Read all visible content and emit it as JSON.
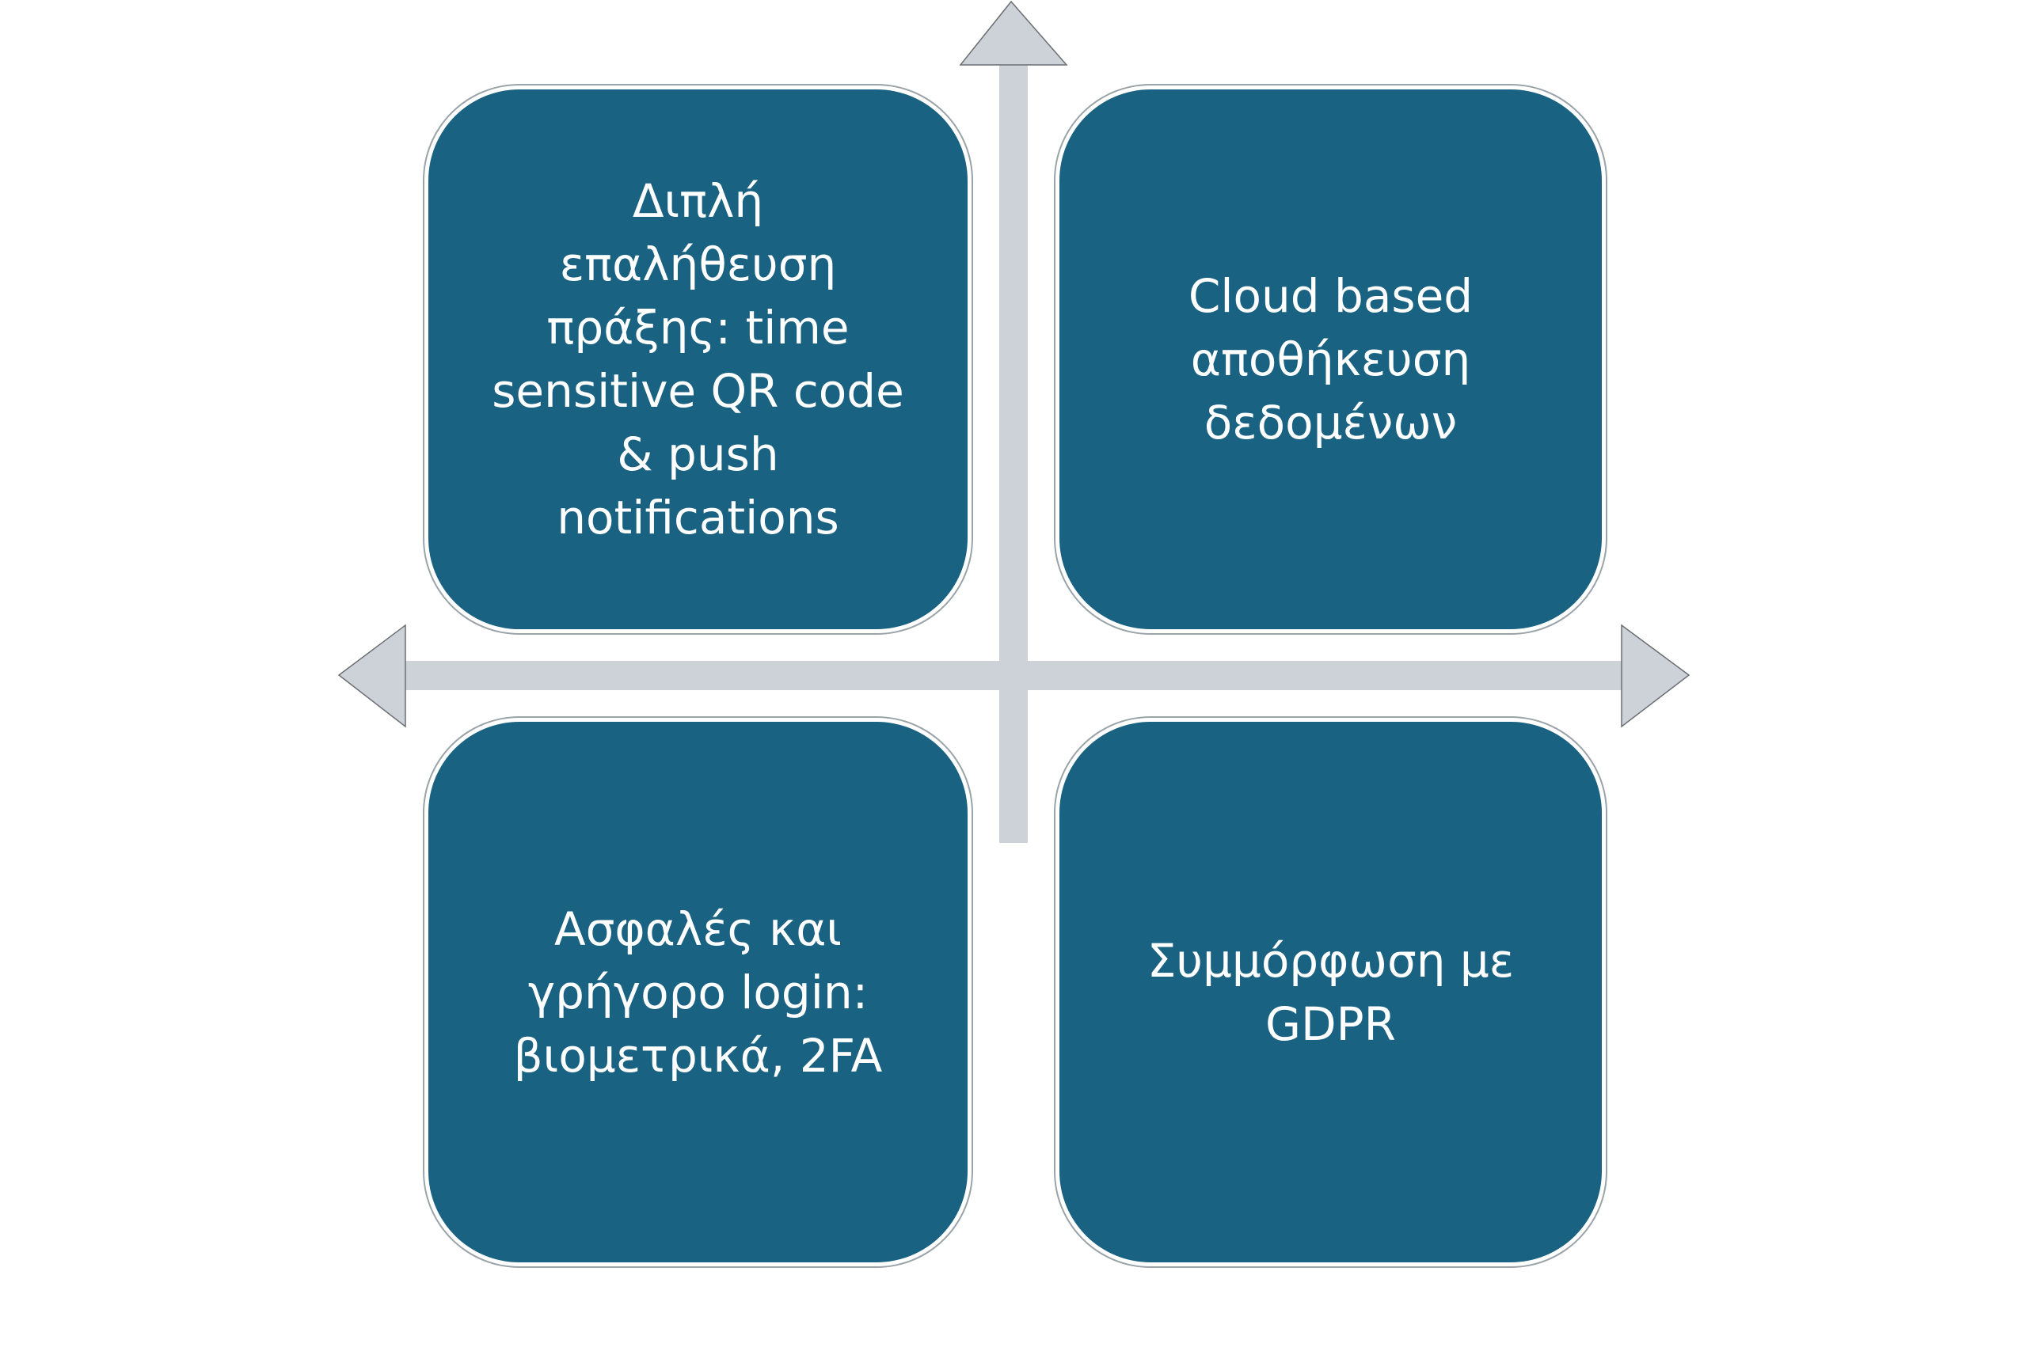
{
  "diagram": {
    "type": "quadrant",
    "axis_color": "#ccd2d8",
    "box_color": "#1a6282",
    "text_color": "#ffffff",
    "quadrants": [
      {
        "position": "top-left",
        "text": "Διπλή\nεπαλήθευση\nπράξης: time\nsensitive QR code\n& push\nnotifications"
      },
      {
        "position": "top-right",
        "text": "Cloud based\nαποθήκευση\nδεδομένων"
      },
      {
        "position": "bottom-left",
        "text": "Ασφαλές και\nγρήγορο login:\nβιομετρικά, 2FA"
      },
      {
        "position": "bottom-right",
        "text": "Συμμόρφωση με\nGDPR"
      }
    ]
  }
}
